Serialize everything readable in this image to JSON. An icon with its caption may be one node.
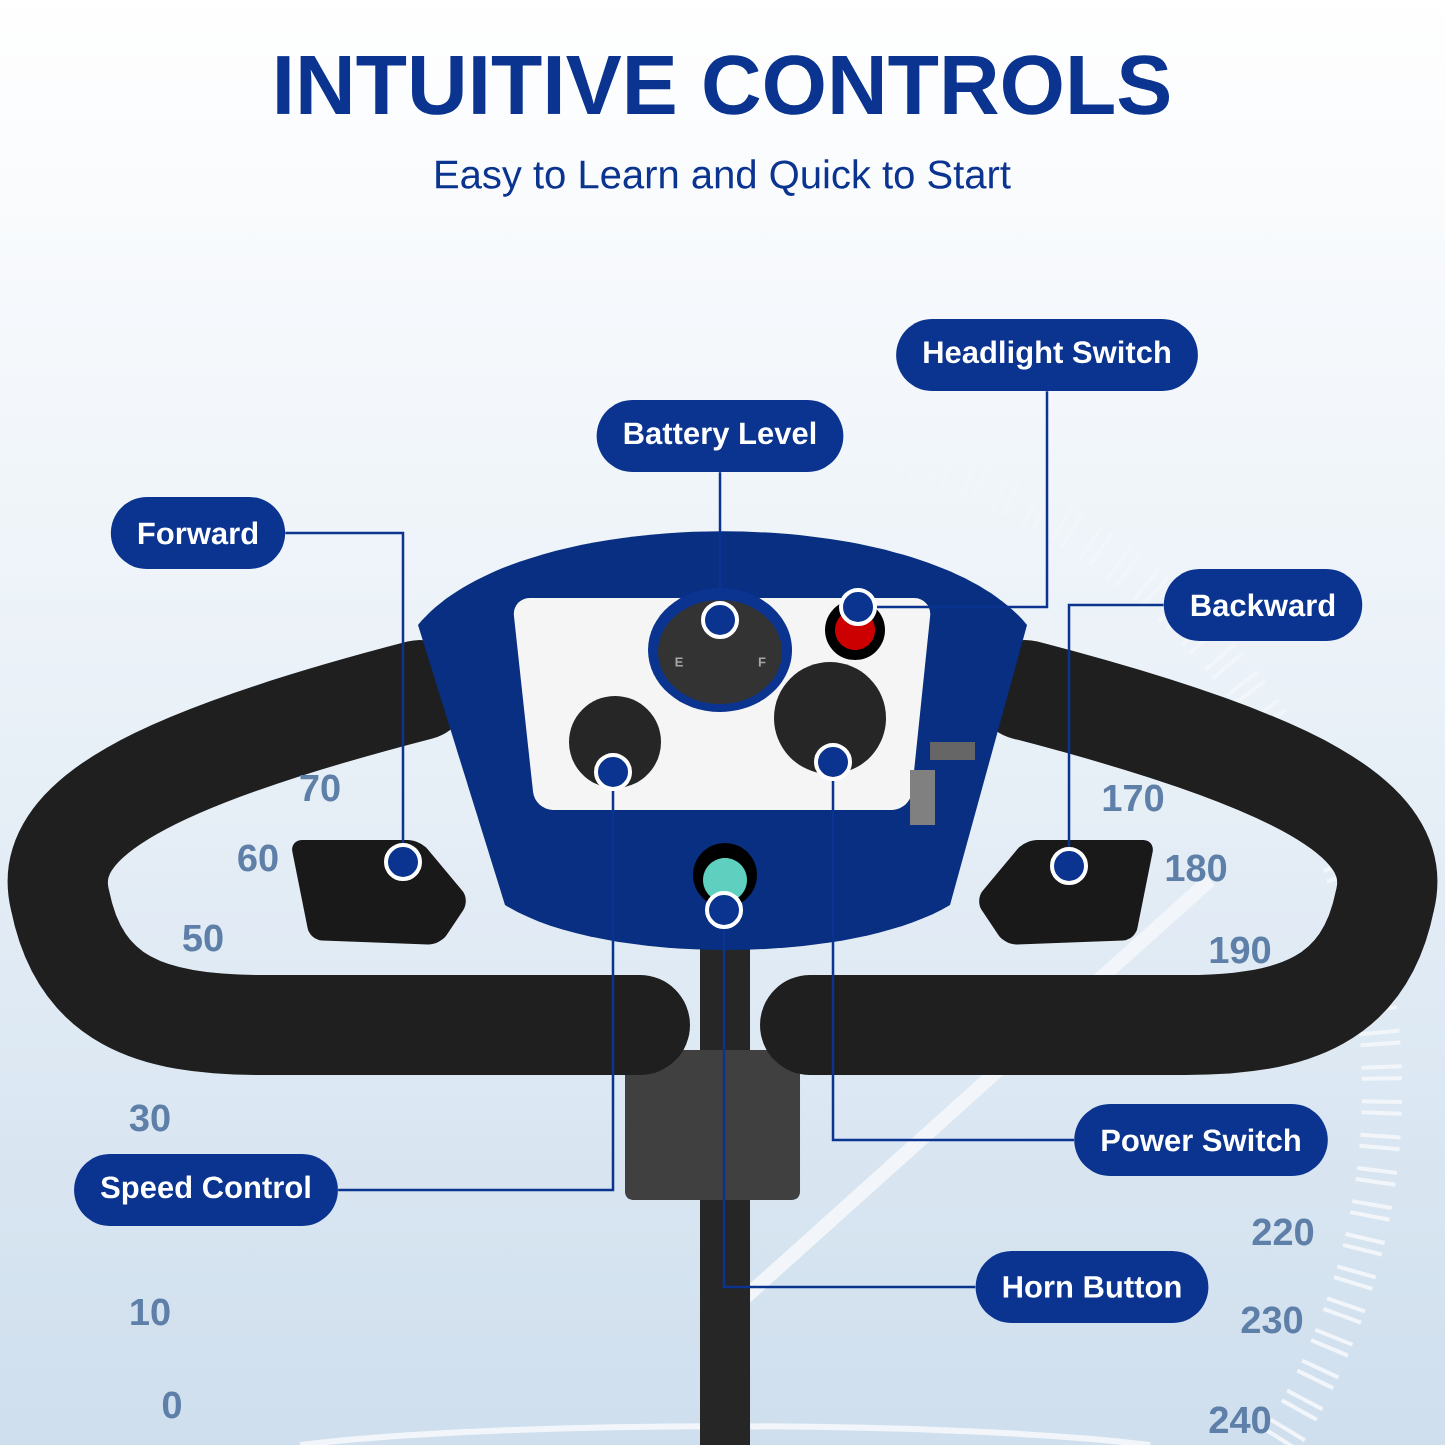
{
  "diagram": {
    "title": "INTUITIVE CONTROLS",
    "nodes": [
      {
        "text": [
          "Headlight Switch"
        ]
      },
      {
        "text": [
          "Battery Level"
        ]
      },
      {
        "text": [
          "Forward"
        ]
      },
      {
        "text": [
          "Backward"
        ]
      },
      {
        "text": [
          "Power Switch"
        ]
      },
      {
        "text": [
          "Speed Control"
        ]
      },
      {
        "text": [
          "Horn Button"
        ]
      },
      {
        "text": [],
        "shape": "circle"
      },
      {
        "text": [],
        "shape": "circle"
      },
      {
        "text": [],
        "shape": "circle"
      },
      {
        "text": [],
        "shape": "circle"
      },
      {
        "text": [],
        "shape": "circle"
      },
      {
        "text": [],
        "shape": "circle"
      },
      {
        "text": [],
        "shape": "circle"
      }
    ],
    "edges": [
      {
        "from": 0,
        "to": 7,
        "arrow": "none"
      },
      {
        "from": 1,
        "to": 8,
        "arrow": "none"
      },
      {
        "from": 2,
        "to": 9,
        "arrow": "none"
      },
      {
        "from": 3,
        "to": 10,
        "arrow": "none"
      },
      {
        "from": 4,
        "to": 11,
        "arrow": "none"
      },
      {
        "from": 5,
        "to": 12,
        "arrow": "none"
      },
      {
        "from": 6,
        "to": 13,
        "arrow": "none"
      }
    ],
    "labels": [
      "Easy to Learn and Quick to Start",
      "E",
      "F",
      "70",
      "60",
      "50",
      "30",
      "10",
      "0",
      "170",
      "180",
      "190",
      "220",
      "230",
      "240"
    ]
  }
}
